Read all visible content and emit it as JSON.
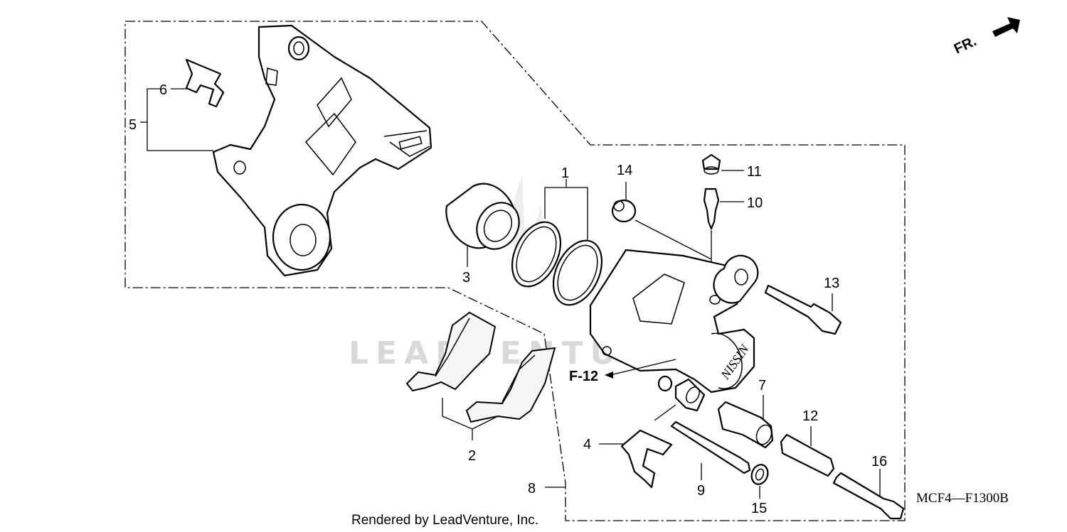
{
  "diagram": {
    "callouts": {
      "c1": "1",
      "c2": "2",
      "c3": "3",
      "c4": "4",
      "c5": "5",
      "c6": "6",
      "c7": "7",
      "c8": "8",
      "c9": "9",
      "c10": "10",
      "c11": "11",
      "c12": "12",
      "c13": "13",
      "c14": "14",
      "c15": "15",
      "c16": "16"
    },
    "reference_label": "F-12",
    "direction_label": "FR.",
    "diagram_code": "MCF4—F1300B",
    "footer_text": "Rendered by LeadVenture, Inc.",
    "watermark_text": "LEADVENTURE",
    "colors": {
      "line": "#000000",
      "watermark": "#d9d9d9"
    }
  }
}
